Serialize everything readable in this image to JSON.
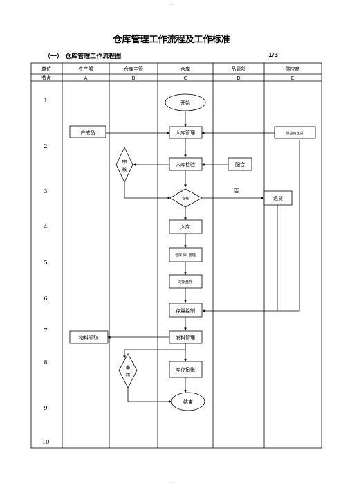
{
  "header_note": "-----",
  "footer_note": "-----",
  "title": "仓库管理工作流程及工作标准",
  "section_title": "（一） 仓库管理工作流程图",
  "page": "1/3",
  "table": {
    "row_label_unit": "单位",
    "row_label_node": "节点",
    "columns": [
      {
        "unit": "生产部",
        "node": "A"
      },
      {
        "unit": "仓库主管",
        "node": "B"
      },
      {
        "unit": "仓库",
        "node": "C"
      },
      {
        "unit": "品管部",
        "node": "D"
      },
      {
        "unit": "供应商",
        "node": "E"
      }
    ],
    "row_numbers": [
      "1",
      "2",
      "3",
      "4",
      "5",
      "6",
      "7",
      "8",
      "9",
      "10"
    ]
  },
  "flow": {
    "start": "开始",
    "finished_goods": "产成品",
    "warehouse_in_mgmt": "入库管理",
    "supplier_delivery": "供应商送货",
    "review_1": "审核",
    "inbound_inspection": "入库检验",
    "cooperate": "配合",
    "qualified": "合格",
    "no": "否",
    "return_goods": "退货",
    "warehouse_in": "入库",
    "warehouse_5s": "仓库 5S 管理",
    "periodic_stocktake": "定期盘存",
    "inventory_control": "存量控制",
    "material_pickup": "物料领取",
    "issue_mgmt": "发料管理",
    "review_2": "审核",
    "stock_ledger": "库存记帐",
    "end": "结束"
  }
}
